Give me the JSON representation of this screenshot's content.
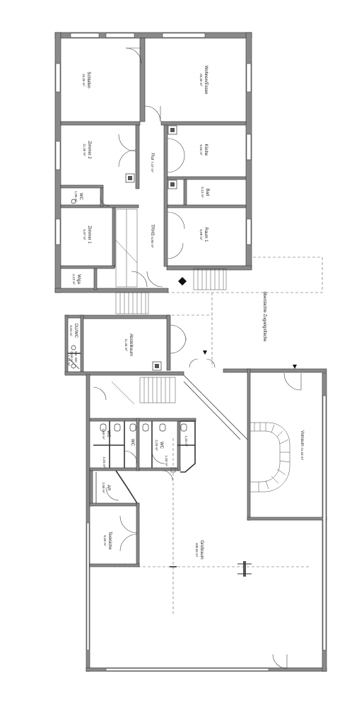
{
  "rooms": [
    {
      "id": "schlafen",
      "name": "Schlafen",
      "area": "16,36 m²"
    },
    {
      "id": "wohnen",
      "name": "Wohnen/Essen",
      "area": "20,30 m²"
    },
    {
      "id": "zimmer2",
      "name": "Zimmer 2",
      "area": "11,46 m²"
    },
    {
      "id": "flur",
      "name": "Flur",
      "area": "7,47 m²"
    },
    {
      "id": "kueche",
      "name": "Küche",
      "area": "9,66 m²"
    },
    {
      "id": "bad",
      "name": "Bad",
      "area": "5,13 m²"
    },
    {
      "id": "wc1",
      "name": "WC",
      "area": "1,05 m²"
    },
    {
      "id": "zimmer1",
      "name": "Zimmer 1",
      "area": "6,97 m²"
    },
    {
      "id": "trhs",
      "name": "TRHS",
      "area": "5,85 m²"
    },
    {
      "id": "raum1",
      "name": "Raum 1",
      "area": "9,88 m²"
    },
    {
      "id": "wiga",
      "name": "Wiga",
      "area": "4,13 m²"
    },
    {
      "id": "abstellraum",
      "name": "Abstellraum",
      "area": "11,45 m²"
    },
    {
      "id": "duwc",
      "name": "DU/WC",
      "area": "0,94 m²"
    },
    {
      "id": "vorwc",
      "name": "Vor. WC",
      "area": "0,68 m²"
    },
    {
      "id": "ue",
      "name": "",
      "area": "1,12 m²"
    },
    {
      "id": "wc2",
      "name": "WC",
      "area": "1,60 m²"
    },
    {
      "id": "wc3",
      "name": "WC",
      "area": "2,28 m²"
    },
    {
      "id": "wc4",
      "name": "WC",
      "area": "2,34 m²"
    },
    {
      "id": "wcsmall",
      "name": "",
      "area": "1,33 m²"
    },
    {
      "id": "wcsmall2",
      "name": "",
      "area": "1,93 m²"
    },
    {
      "id": "ar",
      "name": "AR",
      "area": "2,90 m²"
    },
    {
      "id": "teekueche",
      "name": "Teeküche",
      "area": "8,40 m²"
    },
    {
      "id": "grossraum",
      "name": "Großraum",
      "area": "108,59 m²"
    },
    {
      "id": "vorraum",
      "name": "Vorraum",
      "area": "21,63 m²"
    }
  ],
  "labels": {
    "zugang": "überdachte Zugangsfläche"
  }
}
